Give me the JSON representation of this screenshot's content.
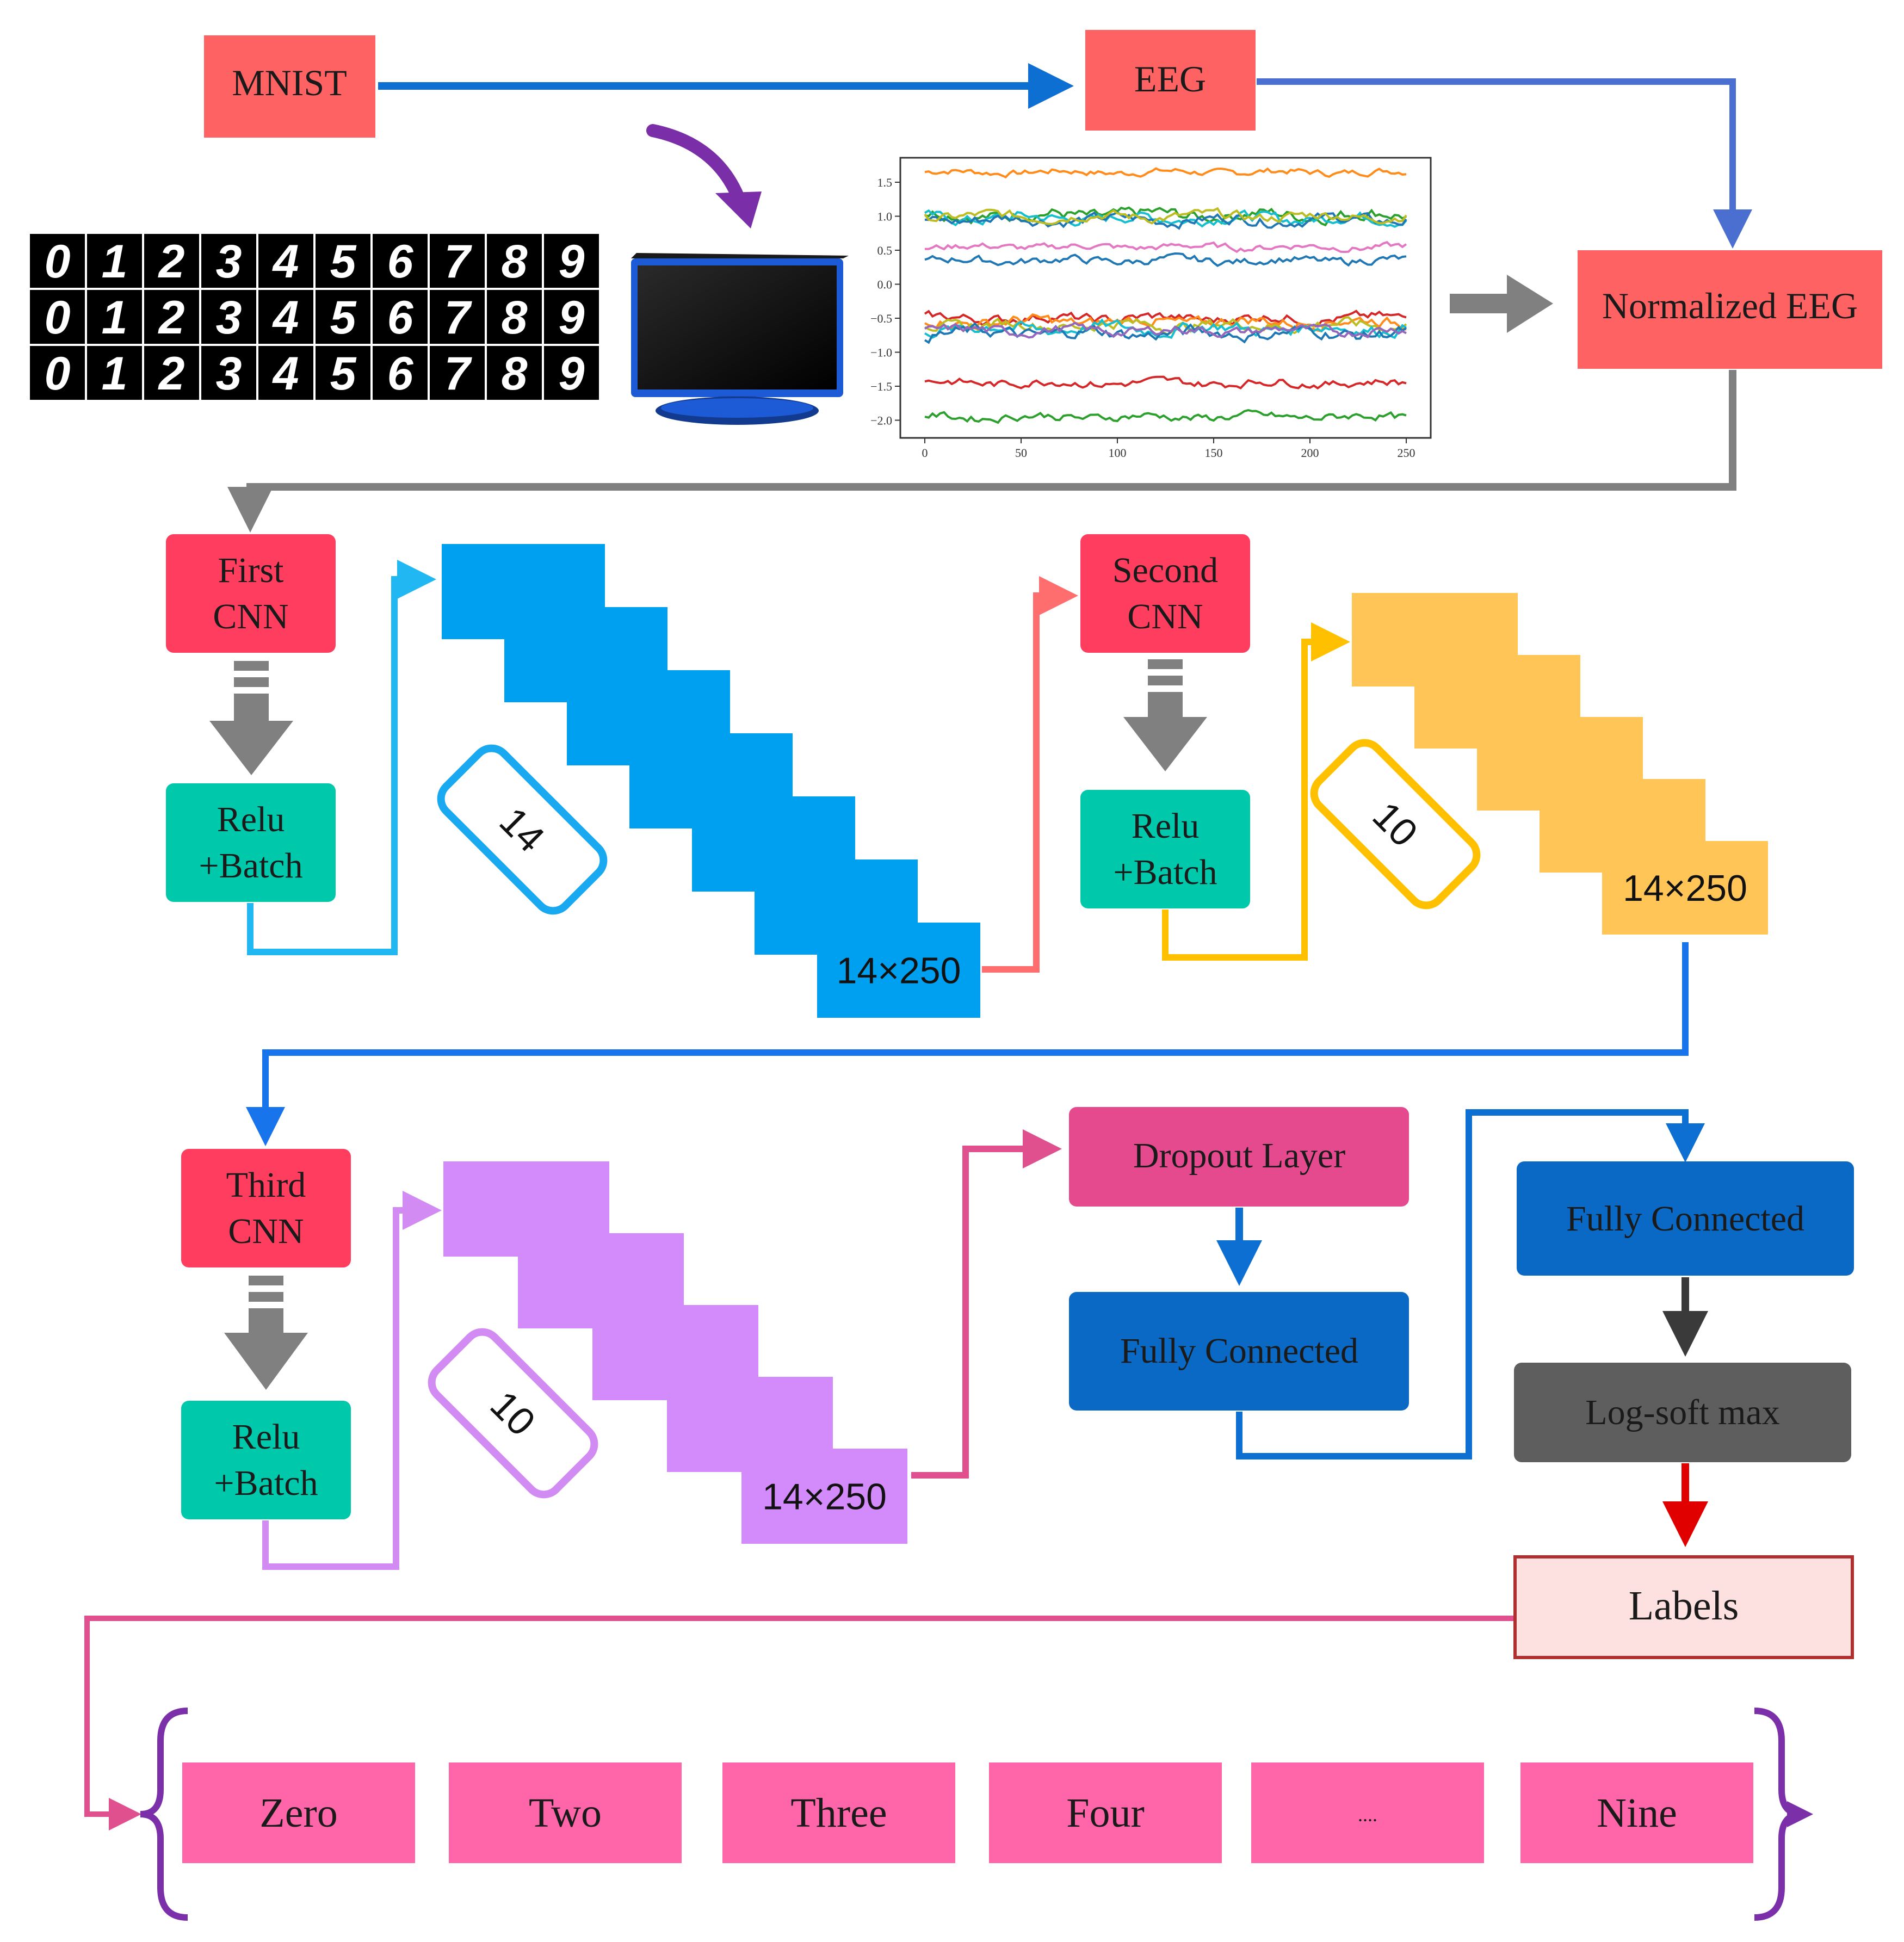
{
  "nodes": {
    "mnist": "MNIST",
    "eeg": "EEG",
    "normalized_eeg": "Normalized EEG",
    "first_cnn": [
      "First",
      "CNN"
    ],
    "second_cnn": [
      "Second",
      "CNN"
    ],
    "third_cnn": [
      "Third",
      "CNN"
    ],
    "relu_batch": [
      "Relu",
      "+Batch"
    ],
    "dropout": "Dropout Layer",
    "fully_connected": "Fully Connected",
    "log_softmax": "Log-soft max",
    "labels": "Labels"
  },
  "feature_maps": {
    "size_label": "14×250",
    "kernel_1": "14",
    "kernel_2": "10",
    "kernel_3": "10"
  },
  "classes": [
    "Zero",
    "Two",
    "Three",
    "Four",
    "....",
    "Nine"
  ],
  "mnist_grid": [
    [
      "0",
      "1",
      "2",
      "3",
      "4",
      "5",
      "6",
      "7",
      "8",
      "9"
    ],
    [
      "0",
      "1",
      "2",
      "3",
      "4",
      "5",
      "6",
      "7",
      "8",
      "9"
    ],
    [
      "0",
      "1",
      "2",
      "3",
      "4",
      "5",
      "6",
      "7",
      "8",
      "9"
    ]
  ],
  "eeg_plot": {
    "type": "line",
    "y_ticks": [
      "1.5",
      "1.0",
      "0.5",
      "0.0",
      "−0.5",
      "−1.0",
      "−1.5",
      "−2.0"
    ],
    "x_ticks": [
      "0",
      "50",
      "100",
      "150",
      "200",
      "250"
    ],
    "xlim": [
      0,
      250
    ],
    "ylim": [
      -2.1,
      1.7
    ],
    "series": [
      {
        "color": "#ff8c1a",
        "mean": 1.65,
        "amp": 0.05
      },
      {
        "color": "#2ca02c",
        "mean": 1.02,
        "amp": 0.09
      },
      {
        "color": "#17becf",
        "mean": 0.97,
        "amp": 0.08
      },
      {
        "color": "#1f77b4",
        "mean": 0.95,
        "amp": 0.08
      },
      {
        "color": "#bcbd22",
        "mean": 1.0,
        "amp": 0.07
      },
      {
        "color": "#e377c2",
        "mean": 0.55,
        "amp": 0.05
      },
      {
        "color": "#1f77b4",
        "mean": 0.35,
        "amp": 0.06
      },
      {
        "color": "#d62728",
        "mean": -0.5,
        "amp": 0.07
      },
      {
        "color": "#ff8c1a",
        "mean": -0.55,
        "amp": 0.08
      },
      {
        "color": "#bcbd22",
        "mean": -0.6,
        "amp": 0.08
      },
      {
        "color": "#17becf",
        "mean": -0.65,
        "amp": 0.09
      },
      {
        "color": "#1f77b4",
        "mean": -0.72,
        "amp": 0.09
      },
      {
        "color": "#9467bd",
        "mean": -0.68,
        "amp": 0.07
      },
      {
        "color": "#d62728",
        "mean": -1.45,
        "amp": 0.06
      },
      {
        "color": "#2ca02c",
        "mean": -1.95,
        "amp": 0.06
      }
    ]
  },
  "colors": {
    "cnn_red": "#ff3e5f",
    "relu_teal": "#00c8aa",
    "blue_map": "#00a0f0",
    "yellow_map": "#ffc657",
    "purple_map": "#d38bfb",
    "dropout_pink": "#e44a8d",
    "fc_blue": "#0a69c4",
    "logsoftmax_gray": "#5e5e5e",
    "class_pink": "#ff66aa",
    "labels_fill": "#fde0e0",
    "labels_border": "#b03030"
  }
}
